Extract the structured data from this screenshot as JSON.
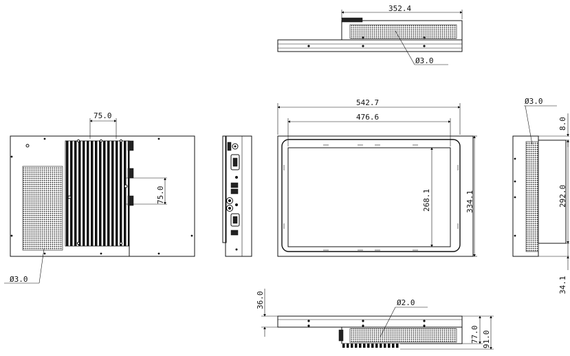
{
  "dimensions": {
    "top_width": "352.4",
    "top_hole": "Ø3.0",
    "rear_vesa_horizontal": "75.0",
    "rear_vesa_vertical": "75.0",
    "rear_hole": "Ø3.0",
    "front_outer_width": "542.7",
    "front_screen_width": "476.6",
    "front_screen_height": "268.1",
    "front_outer_height": "334.1",
    "side_hole": "Ø3.0",
    "side_top_offset": "8.0",
    "side_height": "292.0",
    "side_bottom_offset": "34.1",
    "bottom_left_height": "36.0",
    "bottom_hole": "Ø2.0",
    "bottom_depth_inner": "77.0",
    "bottom_depth_outer": "91.0"
  },
  "colors": {
    "line": "#111111",
    "vent": "#222222"
  }
}
